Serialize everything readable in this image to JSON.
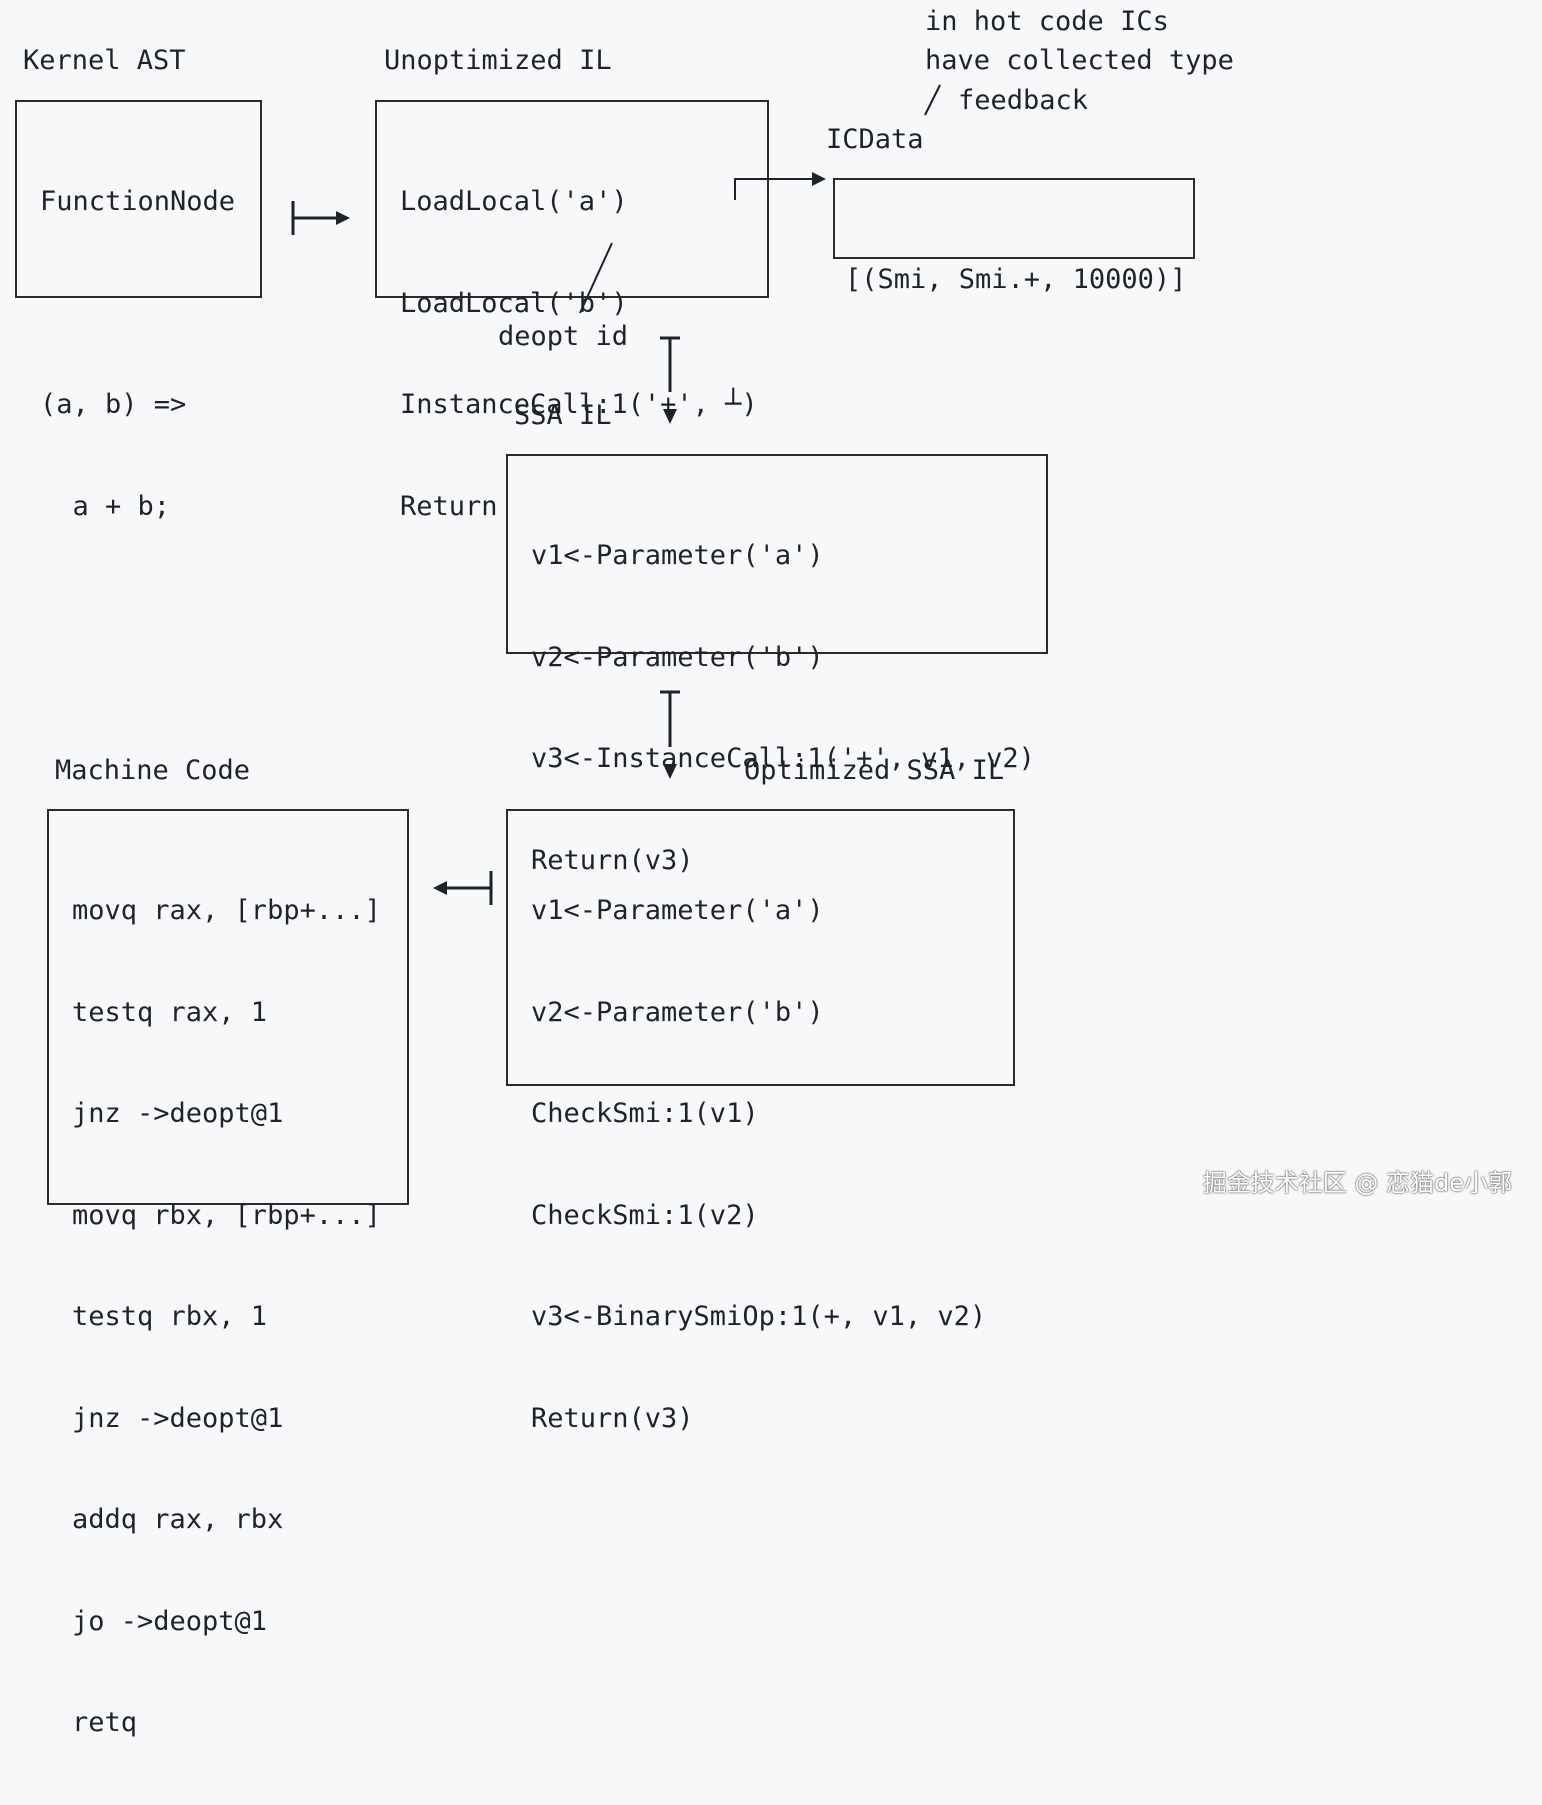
{
  "headings": {
    "kernel_ast": "Kernel AST",
    "unoptimized_il": "Unoptimized IL",
    "icdata": "ICData",
    "ssa_il": "SSA IL",
    "optimized_ssa_il": "Optimized SSA IL",
    "machine_code": "Machine Code"
  },
  "annotations": {
    "ic_note": [
      "in hot code ICs",
      "have collected type",
      "feedback"
    ],
    "deopt_id": "deopt id",
    "ic_marker": "┴)"
  },
  "kernel_ast": {
    "lines": [
      "FunctionNode",
      "",
      "(a, b) =>",
      "  a + b;"
    ]
  },
  "unoptimized_il": {
    "lines": [
      "LoadLocal('a')",
      "LoadLocal('b')",
      "InstanceCall:1('+', ",
      "Return"
    ]
  },
  "icdata": {
    "lines": [
      "[(Smi, Smi.+, 10000)]"
    ]
  },
  "ssa_il": {
    "lines": [
      "v1<-Parameter('a')",
      "v2<-Parameter('b')",
      "v3<-InstanceCall:1('+', v1, v2)",
      "Return(v3)"
    ]
  },
  "optimized_ssa_il": {
    "lines": [
      "v1<-Parameter('a')",
      "v2<-Parameter('b')",
      "CheckSmi:1(v1)",
      "CheckSmi:1(v2)",
      "v3<-BinarySmiOp:1(+, v1, v2)",
      "Return(v3)"
    ]
  },
  "machine_code": {
    "lines": [
      "movq rax, [rbp+...]",
      "testq rax, 1",
      "jnz ->deopt@1",
      "movq rbx, [rbp+...]",
      "testq rbx, 1",
      "jnz ->deopt@1",
      "addq rax, rbx",
      "jo ->deopt@1",
      "retq"
    ]
  },
  "watermark": "掘金技术社区 @ 恋猫de小郭",
  "colors": {
    "background": "#f7f8fa",
    "ink": "#1f2328",
    "border": "#2b2b2b"
  }
}
